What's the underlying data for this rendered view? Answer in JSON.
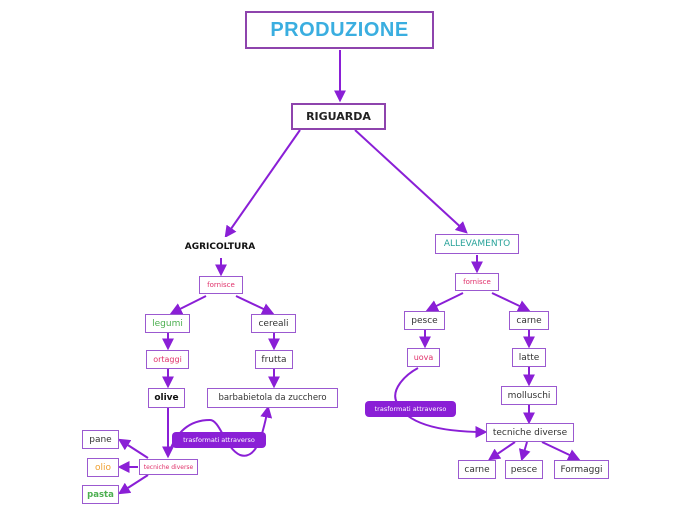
{
  "colors": {
    "edge": "#8a1fd6",
    "border": "#9b59d0",
    "title_text": "#3aaee0",
    "pink_text": "#e0306a",
    "green_text": "#4caf50",
    "orange_text": "#f0a030",
    "teal_text": "#2aa39a"
  },
  "nodes": {
    "produzione": "PRODUZIONE",
    "riguarda": "RIGUARDA",
    "agricoltura": "AGRICOLTURA",
    "allevamento": "ALLEVAMENTO",
    "fornisce_agri": "fornisce",
    "fornisce_allev": "fornisce",
    "legumi": "legumi",
    "cereali": "cereali",
    "ortaggi": "ortaggi",
    "frutta": "frutta",
    "olive": "olive",
    "barbabietola": "barbabietola da zucchero",
    "tecniche_agri": "tecniche diverse",
    "pane": "pane",
    "olio": "olio",
    "pasta": "pasta",
    "pesce_allev": "pesce",
    "carne_allev": "carne",
    "uova": "uova",
    "latte": "latte",
    "molluschi": "molluschi",
    "tecniche_allev": "tecniche diverse",
    "carne_out": "carne",
    "pesce_out": "pesce",
    "formaggi": "Formaggi"
  },
  "links": {
    "trasformati_agri": "trasformati attraverso",
    "trasformati_allev": "trasformati attraverso"
  }
}
